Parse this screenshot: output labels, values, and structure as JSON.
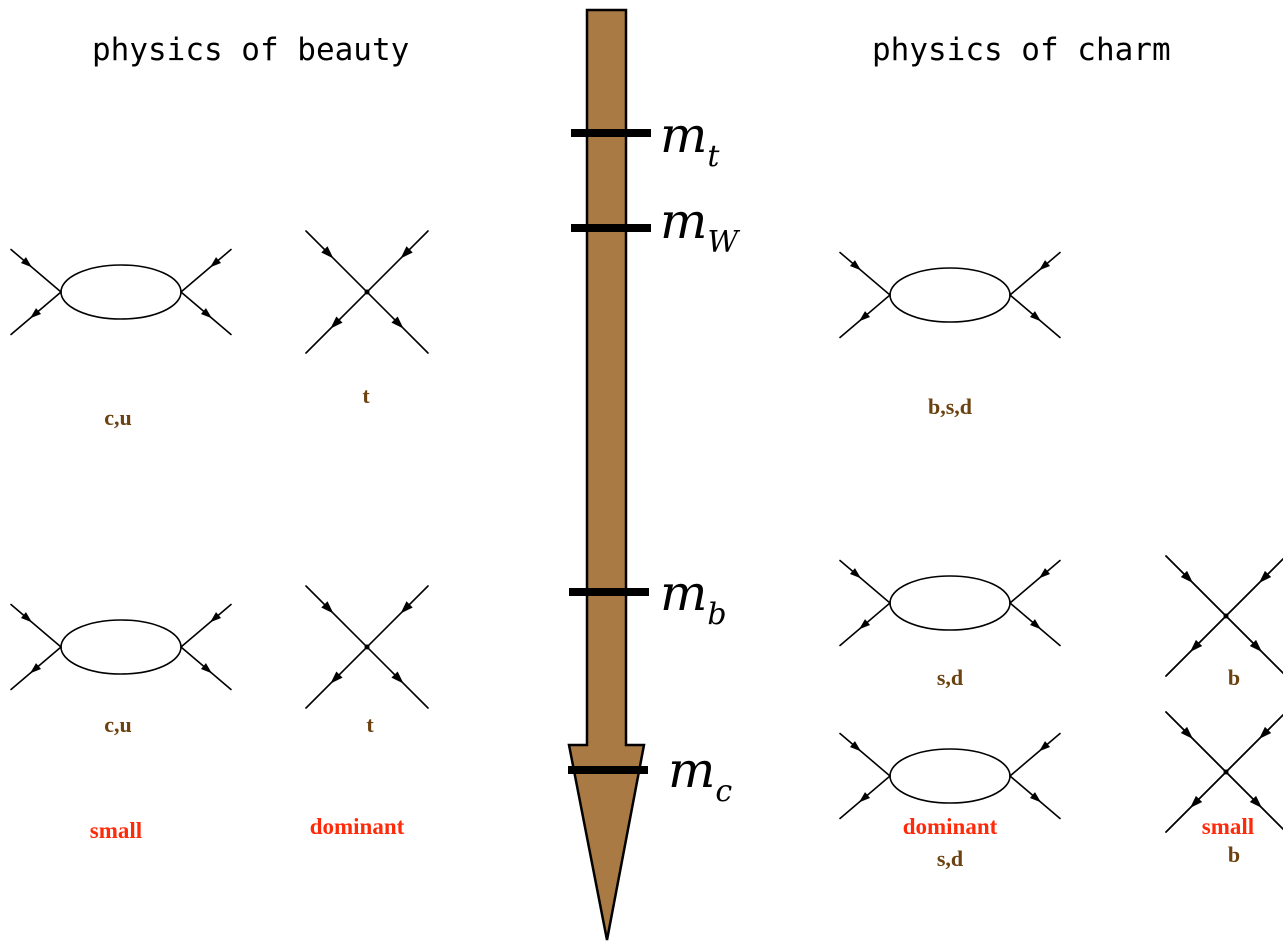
{
  "colors": {
    "arrow_fill": "#a97a43",
    "quark_label": "#6b4210",
    "verdict_label": "#ff2a0a",
    "line": "#000000"
  },
  "headings": {
    "beauty": "physics of beauty",
    "charm": "physics of charm"
  },
  "scale_arrow": {
    "direction": "downward",
    "scales": [
      {
        "symbol": "m",
        "sub": "t"
      },
      {
        "symbol": "m",
        "sub": "W"
      },
      {
        "symbol": "m",
        "sub": "b"
      },
      {
        "symbol": "m",
        "sub": "c"
      }
    ]
  },
  "beauty": {
    "row1": {
      "loop_label": "c,u",
      "contact_label": "t"
    },
    "row2": {
      "loop_label": "c,u",
      "contact_label": "t"
    },
    "verdicts": {
      "loop": "small",
      "contact": "dominant"
    }
  },
  "charm": {
    "row1": {
      "loop_label": "b,s,d"
    },
    "row2": {
      "loop_label": "s,d",
      "contact_label": "b"
    },
    "row3": {
      "loop_label": "s,d",
      "contact_label": "b"
    },
    "verdicts": {
      "loop": "dominant",
      "contact": "small"
    }
  }
}
